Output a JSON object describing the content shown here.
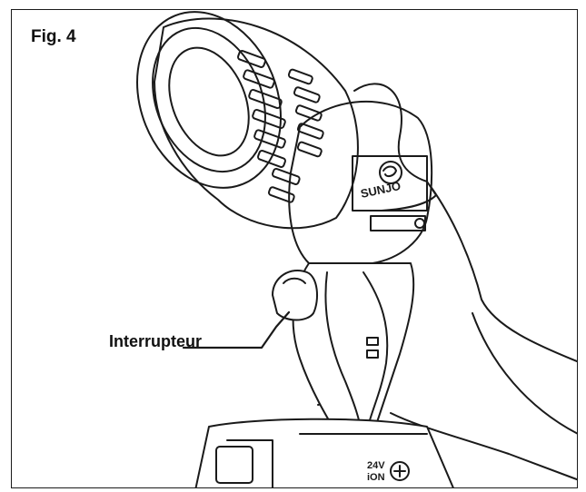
{
  "figure": {
    "label": "Fig. 4",
    "callouts": {
      "switch": "Interrupteur"
    },
    "product": {
      "brand_text": "SUNJO",
      "battery_text_line1": "24V",
      "battery_text_line2": "iON"
    },
    "colors": {
      "ink": "#1a1a1a",
      "paper": "#ffffff",
      "shade": "#e6e6e6"
    }
  }
}
